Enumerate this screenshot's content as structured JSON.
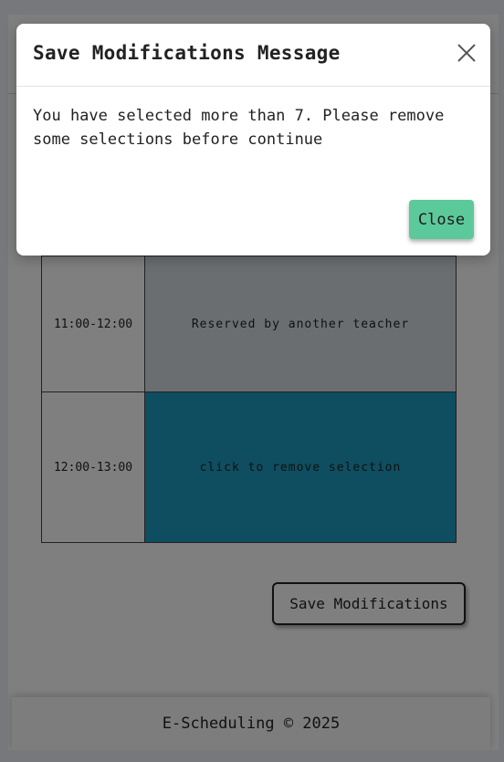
{
  "schedule": {
    "rows": [
      {
        "time": "11:00-12:00",
        "status": "Reserved by another teacher",
        "state": "reserved"
      },
      {
        "time": "12:00-13:00",
        "status": "click to remove selection",
        "state": "selected"
      }
    ],
    "save_label": "Save Modifications"
  },
  "footer": {
    "text": "E-Scheduling © 2025"
  },
  "modal": {
    "title": "Save Modifications Message",
    "message": "You have selected more than 7. Please remove some selections before continue",
    "close_label": "Close",
    "close_icon": "close-icon"
  },
  "colors": {
    "reserved": "#d6dde3",
    "selected": "#1d9cc0",
    "close_button": "#5cc99a",
    "overlay": "rgba(0,0,0,0.5)"
  }
}
